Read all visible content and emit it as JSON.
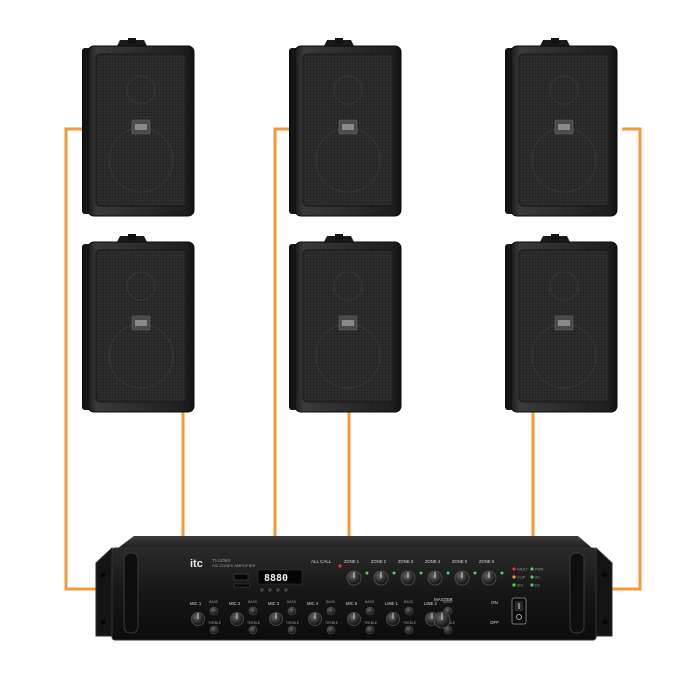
{
  "brand": "itc",
  "colors": {
    "background": "#ffffff",
    "wire": "#f39a3a",
    "speaker_body": "#2a2a2a",
    "amplifier_body": "#1c1c1c",
    "led_green": "#3ddc5a",
    "led_red": "#e03a2a"
  },
  "speakers": [
    {
      "id": "speaker-1"
    },
    {
      "id": "speaker-2"
    },
    {
      "id": "speaker-3"
    },
    {
      "id": "speaker-4"
    },
    {
      "id": "speaker-5"
    },
    {
      "id": "speaker-6"
    }
  ],
  "amplifier": {
    "brand_logo": "itc",
    "model": "TI-1206S",
    "subtitle": "SIX ZONES AMPLIFIER",
    "display": "8880",
    "all_call": "ALL CALL",
    "zones": [
      "ZONE 1",
      "ZONE 2",
      "ZONE 3",
      "ZONE 4",
      "ZONE 5",
      "ZONE 6"
    ],
    "status_leds": [
      "FAULT",
      "CLIP",
      "SIG",
      "PWR",
      "AC",
      "DC"
    ],
    "inputs": [
      "MIC 1",
      "MIC 2",
      "MIC 3",
      "MIC 4",
      "MIC 5",
      "LINE 1",
      "LINE 2"
    ],
    "bass_label": "BASS",
    "treble_label": "TREBLE",
    "master_label": "MASTER",
    "power_on": "ON",
    "power_off": "OFF"
  }
}
